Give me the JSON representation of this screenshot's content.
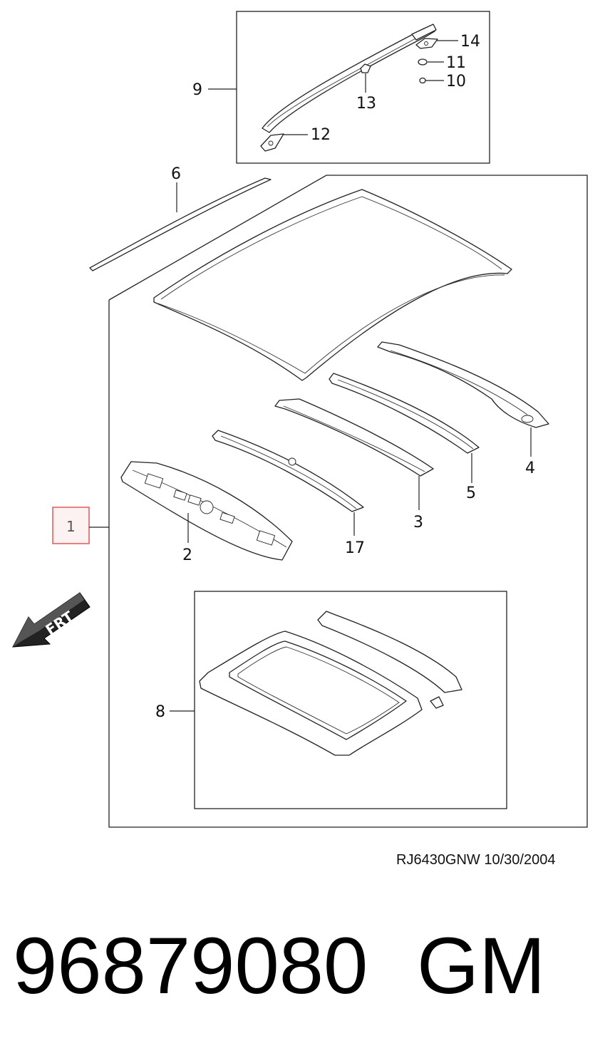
{
  "labels": {
    "p1": "1",
    "p2": "2",
    "p3": "3",
    "p4": "4",
    "p5": "5",
    "p6": "6",
    "p8": "8",
    "p9": "9",
    "p10": "10",
    "p11": "11",
    "p12": "12",
    "p13": "13",
    "p14": "14",
    "p17": "17"
  },
  "frt_label": "FRT",
  "footer_code": "RJ6430GNW 10/30/2004",
  "part_number": "96879080",
  "brand": "GM",
  "colors": {
    "highlight_border": "#e05a5a",
    "highlight_fill": "#fdf2f2",
    "line": "#222222"
  }
}
